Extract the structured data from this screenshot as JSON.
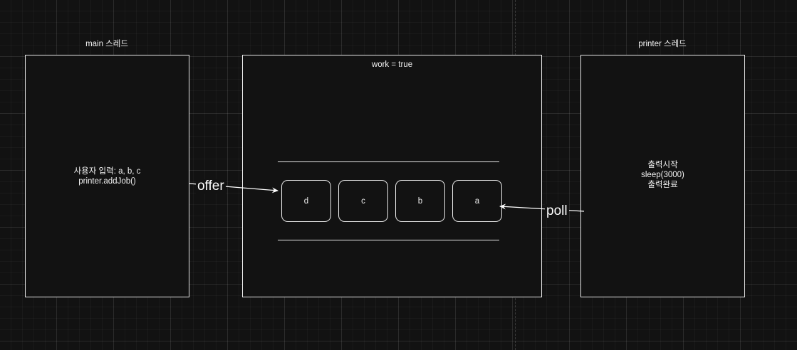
{
  "main_thread": {
    "title": "main 스레드",
    "lines": [
      "사용자 입력: a, b, c",
      "printer.addJob()"
    ]
  },
  "shared": {
    "title": "work = true",
    "queue_items": [
      "d",
      "c",
      "b",
      "a"
    ]
  },
  "printer_thread": {
    "title": "printer 스레드",
    "lines": [
      "출력시작",
      "sleep(3000)",
      "출력완료"
    ]
  },
  "edges": {
    "offer": "offer",
    "poll": "poll"
  },
  "colors": {
    "background": "#121212",
    "stroke": "#e6e6e6",
    "text": "#f2f2f2"
  }
}
